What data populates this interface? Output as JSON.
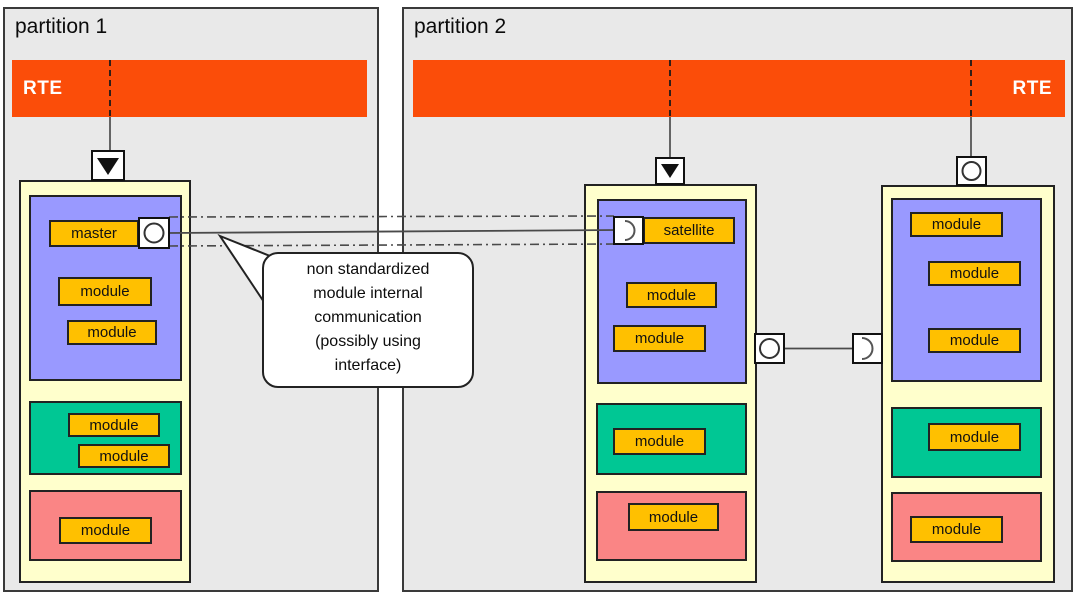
{
  "partitions": [
    {
      "title": "partition 1",
      "rte_label": "RTE"
    },
    {
      "title": "partition 2",
      "rte_label": "RTE"
    }
  ],
  "components": {
    "master_label": "master",
    "satellite_label": "satellite",
    "module_label": "module"
  },
  "callout": {
    "lines": [
      "non standardized",
      "module internal",
      "communication",
      "(possibly using",
      "interface)"
    ]
  },
  "icons": {
    "rte_arrow": "filled-down-triangle-in-box",
    "provided_interface": "ball-circle-in-box",
    "required_interface": "half-circle-socket-in-box"
  },
  "colors": {
    "rte_bar": "#FB4D09",
    "container_fill": "#FFFFCC",
    "runtime_fill": "#9999FF",
    "module_fill": "#FFC000",
    "green_fill": "#00C794",
    "pink_fill": "#FA8585",
    "partition_fill": "#E9E9E9",
    "line_color": "#4a4a4a"
  }
}
